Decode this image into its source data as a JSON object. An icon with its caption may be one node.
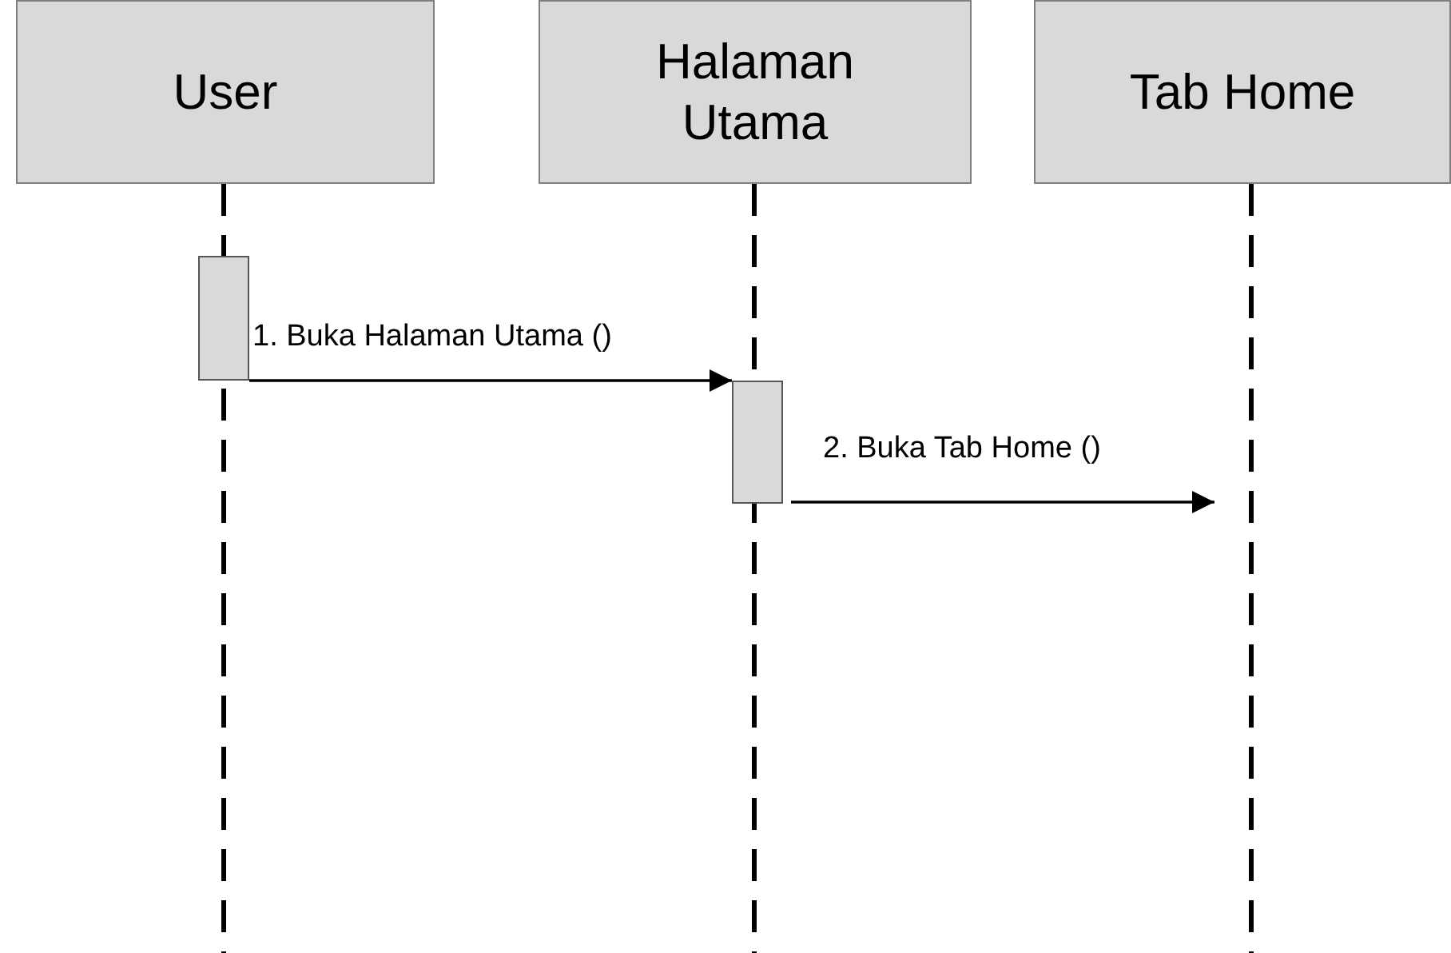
{
  "diagram": {
    "nodes": [
      {
        "text": [
          "User"
        ]
      },
      {
        "text": [
          "Halaman Utama"
        ]
      },
      {
        "text": [
          "Tab Home"
        ]
      },
      {
        "text": [],
        "shape": "box"
      },
      {
        "text": [],
        "shape": "box"
      }
    ],
    "edges": [
      {
        "from": 0,
        "to": null,
        "arrow": "none",
        "style": "dashed"
      },
      {
        "from": 1,
        "to": null,
        "arrow": "none",
        "style": "dashed"
      },
      {
        "from": 2,
        "to": null,
        "arrow": "none",
        "style": "dashed"
      },
      {
        "from": 3,
        "to": 4,
        "arrow": "to",
        "label": "1. Buka Halaman Utama ()"
      },
      {
        "from": 4,
        "to": null,
        "arrow": "to",
        "label": "2. Buka Tab Home ()"
      }
    ]
  }
}
